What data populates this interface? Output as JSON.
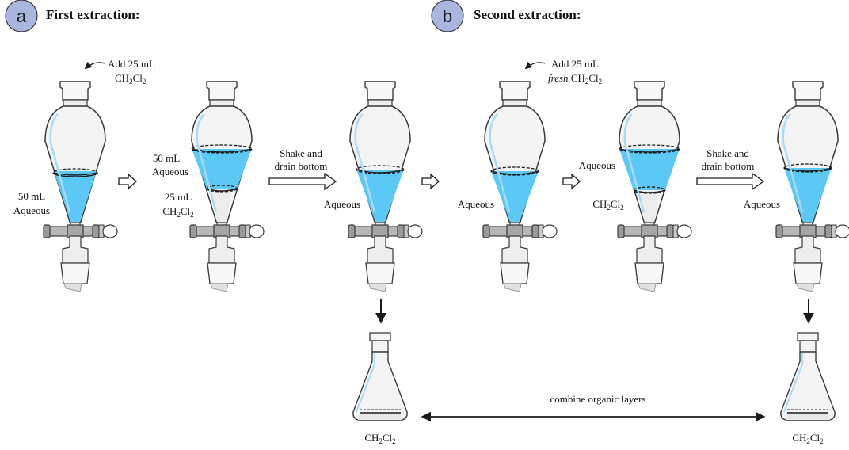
{
  "panels": [
    {
      "letter": "a",
      "title": "First extraction:"
    },
    {
      "letter": "b",
      "title": "Second extraction:"
    }
  ],
  "labels": {
    "add_line1": "Add 25 mL",
    "ch2cl2_main": "CH",
    "ch2cl2_sub1": "2",
    "ch2cl2_cl": "Cl",
    "ch2cl2_sub2": "2",
    "fresh": "fresh",
    "ml50": "50 mL",
    "ml25": "25 mL",
    "aqueous": "Aqueous",
    "shake_line1": "Shake and",
    "shake_line2": "drain bottom",
    "combine": "combine organic layers"
  },
  "colors": {
    "aqueous": "#5cc8f5",
    "organic": "#ececec",
    "glass": "#f4f4f4",
    "glass_edge": "#3a3a3a",
    "badge_fill": "#a9b7e0",
    "badge_edge": "#3a3a3a",
    "highlight": "#a8dcf6"
  }
}
